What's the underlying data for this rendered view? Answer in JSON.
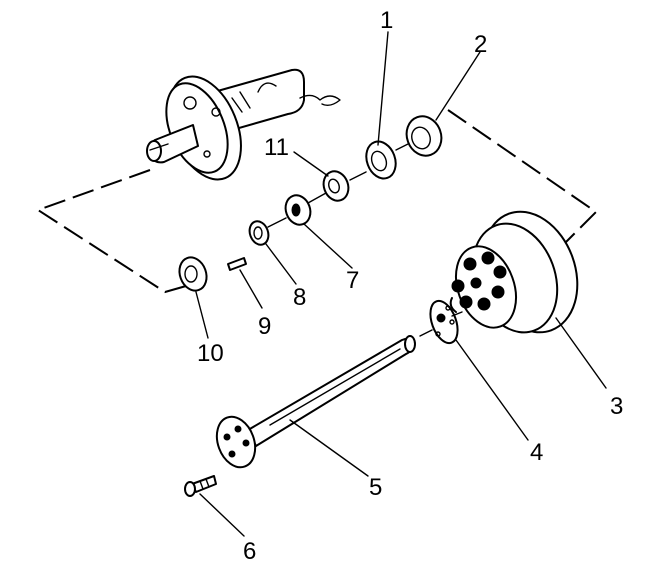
{
  "callouts": [
    {
      "id": "1",
      "text": "1"
    },
    {
      "id": "2",
      "text": "2"
    },
    {
      "id": "3",
      "text": "3"
    },
    {
      "id": "4",
      "text": "4"
    },
    {
      "id": "5",
      "text": "5"
    },
    {
      "id": "6",
      "text": "6"
    },
    {
      "id": "7",
      "text": "7"
    },
    {
      "id": "8",
      "text": "8"
    },
    {
      "id": "9",
      "text": "9"
    },
    {
      "id": "10",
      "text": "10"
    },
    {
      "id": "11",
      "text": "11"
    }
  ],
  "components": [
    {
      "name": "axle-housing-spindle",
      "icon": "spindle-icon"
    },
    {
      "name": "bearing-cup",
      "icon": "ring-icon"
    },
    {
      "name": "seal",
      "icon": "ring-icon"
    },
    {
      "name": "hub-drum",
      "icon": "drum-icon"
    },
    {
      "name": "gasket",
      "icon": "gasket-icon"
    },
    {
      "name": "axle-shaft",
      "icon": "shaft-icon"
    },
    {
      "name": "bolt",
      "icon": "bolt-icon"
    },
    {
      "name": "adjusting-nut",
      "icon": "nut-icon"
    },
    {
      "name": "lock-ring",
      "icon": "ring-icon"
    },
    {
      "name": "key",
      "icon": "key-icon"
    },
    {
      "name": "jam-nut",
      "icon": "nut-icon"
    },
    {
      "name": "retainer-ring",
      "icon": "ring-icon"
    }
  ]
}
